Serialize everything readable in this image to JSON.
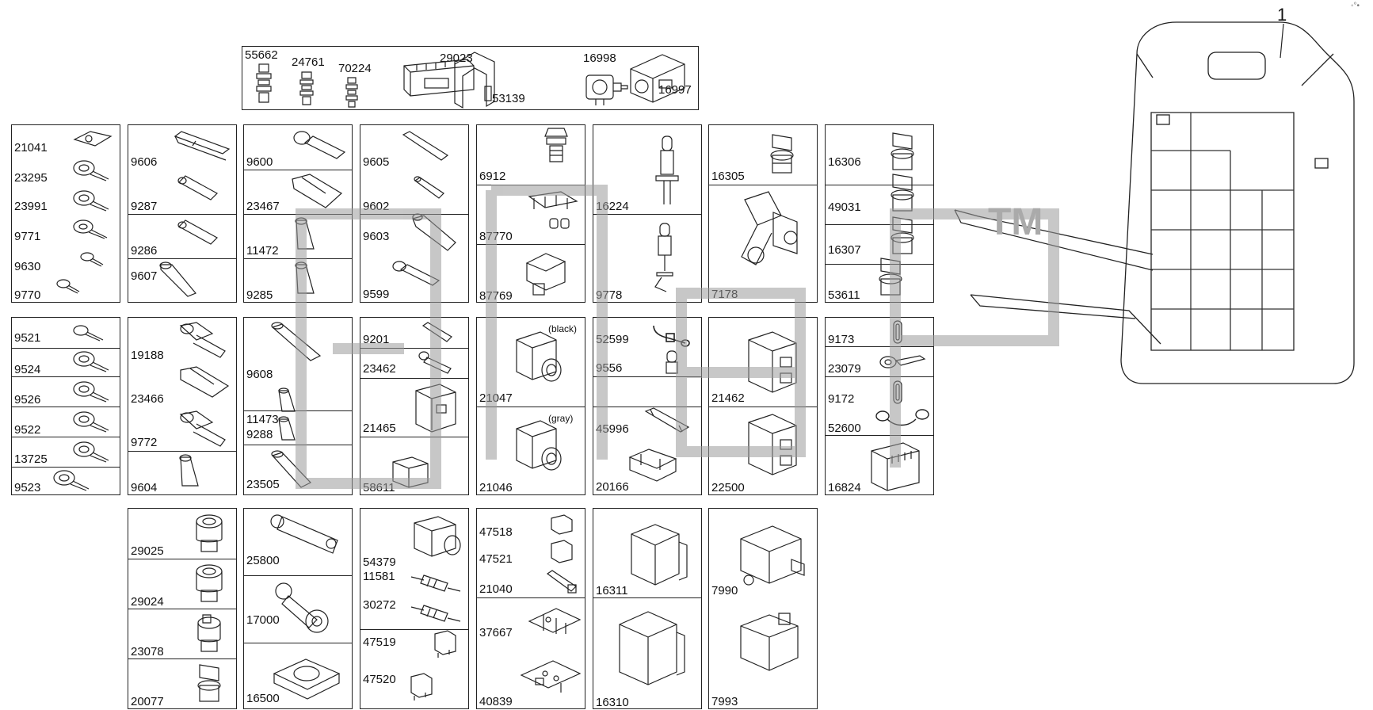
{
  "callout": "1",
  "corner_mark": "◦°•",
  "trademark": "TM",
  "boxes": {
    "top_strip": [
      "55662",
      "24761",
      "70224",
      "29023",
      "53139",
      "16998",
      "16997"
    ],
    "c1": [
      "21041",
      "23295",
      "23991",
      "9771",
      "9630",
      "9770"
    ],
    "c2": [
      "9606",
      "9287",
      "9286",
      "9607"
    ],
    "c3": [
      "9600",
      "23467",
      "11472",
      "9285"
    ],
    "c4": [
      "9605",
      "9602",
      "9603",
      "9599"
    ],
    "c5": [
      "6912",
      "87770",
      "87769"
    ],
    "c6": [
      "16224",
      "9778"
    ],
    "c7": [
      "16305",
      "7178"
    ],
    "c8": [
      "16306",
      "49031",
      "16307",
      "53611"
    ],
    "d1": [
      "9521",
      "9524",
      "9526",
      "9522",
      "13725",
      "9523"
    ],
    "d2": [
      "19188",
      "23466",
      "9772",
      "9604"
    ],
    "d3": [
      "9608",
      "11473",
      "9288",
      "23505"
    ],
    "d4": [
      "9201",
      "23462",
      "21465",
      "58611"
    ],
    "d5": [
      "21047",
      "21046"
    ],
    "d5_notes": [
      "(black)",
      "(gray)"
    ],
    "d6": [
      "52599",
      "9556",
      "45996",
      "20166"
    ],
    "d7": [
      "21462",
      "22500"
    ],
    "d8": [
      "9173",
      "23079",
      "9172",
      "52600",
      "16824"
    ],
    "e2": [
      "29025",
      "29024",
      "23078",
      "20077"
    ],
    "e3": [
      "25800",
      "17000",
      "16500"
    ],
    "e4": [
      "54379",
      "11581",
      "30272",
      "47519",
      "47520"
    ],
    "e5": [
      "47518",
      "47521",
      "21040",
      "37667",
      "40839"
    ],
    "e6": [
      "16311",
      "16310"
    ],
    "e7": [
      "7990",
      "7993"
    ]
  }
}
